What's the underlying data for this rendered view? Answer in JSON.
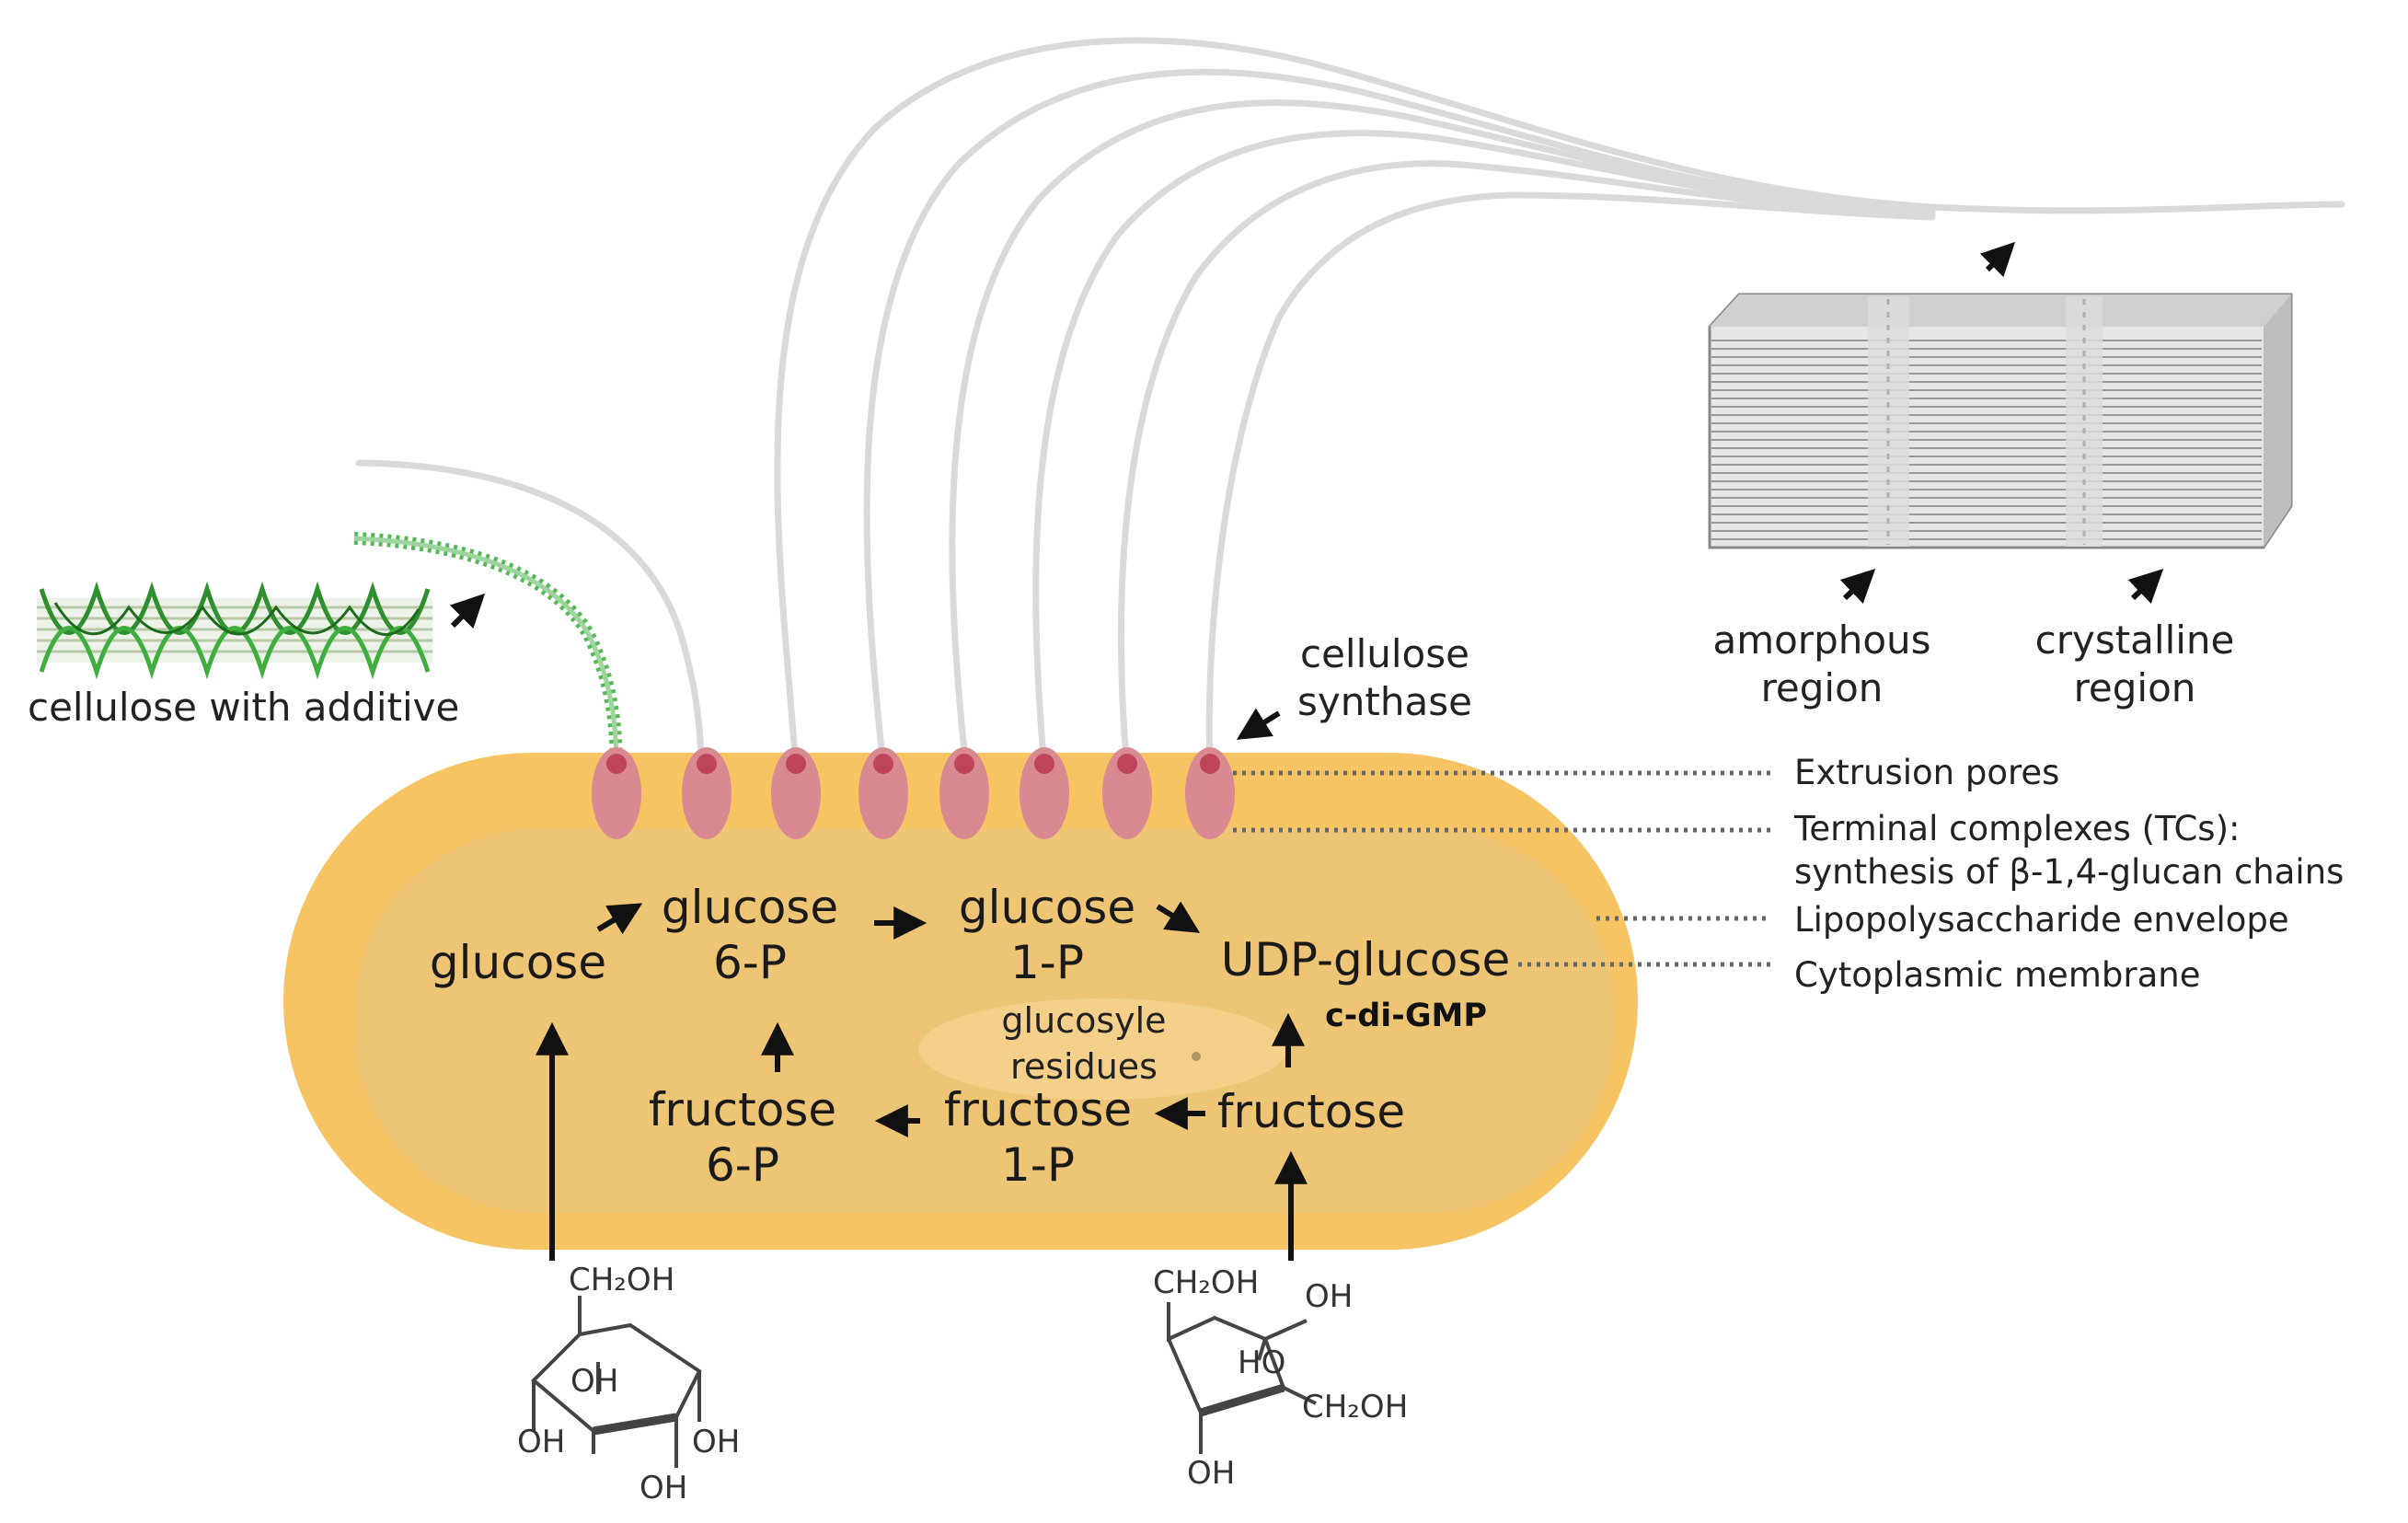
{
  "labels": {
    "cellulose_with_additive": "cellulose with additive",
    "cellulose_synthase_1": "cellulose",
    "cellulose_synthase_2": "synthase",
    "amorphous_1": "amorphous",
    "amorphous_2": "region",
    "crystalline_1": "crystalline",
    "crystalline_2": "region"
  },
  "side_labels": {
    "extrusion_pores": "Extrusion pores",
    "terminal_complexes_1": "Terminal complexes (TCs):",
    "terminal_complexes_2": "synthesis of β-1,4-glucan chains",
    "lps_envelope": "Lipopolysaccharide envelope",
    "cytoplasmic_membrane": "Cytoplasmic membrane"
  },
  "pathway": {
    "glucose": "glucose",
    "glucose6p_1": "glucose",
    "glucose6p_2": "6-P",
    "glucose1p_1": "glucose",
    "glucose1p_2": "1-P",
    "udp_glucose": "UDP-glucose",
    "c_di_gmp": "c-di-GMP",
    "glucosyl_1": "glucosyle",
    "glucosyl_2": "residues",
    "fructose6p_1": "fructose",
    "fructose6p_2": "6-P",
    "fructose1p_1": "fructose",
    "fructose1p_2": "1-P",
    "fructose": "fructose"
  },
  "glucose_structure": {
    "ch2oh": "CH₂OH",
    "oh_ring": "OH",
    "oh_left": "OH",
    "oh_right": "OH",
    "oh_bottom": "OH"
  },
  "fructose_structure": {
    "ch2oh_top": "CH₂OH",
    "oh_top": "OH",
    "ho_ring": "HO",
    "ch2oh_right": "CH₂OH",
    "oh_bottom": "OH"
  },
  "colors": {
    "cell_outer": "#f6c262",
    "cell_inner": "#eec573",
    "terminal_complex": "#d88a8f",
    "pore": "#c2485a",
    "fibril": "#d8d8d8",
    "additive": "#3aa23a",
    "text": "#222222"
  }
}
